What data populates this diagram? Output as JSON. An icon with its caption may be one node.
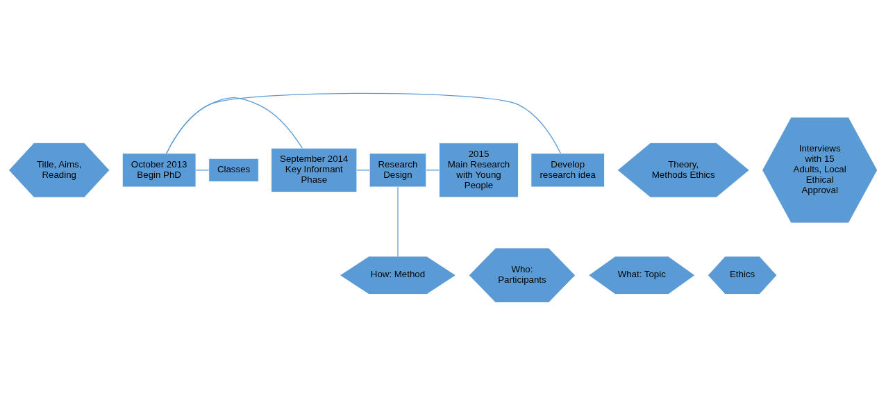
{
  "diagram": {
    "nodes": [
      {
        "text": [
          "Title, Aims, Reading"
        ]
      },
      {
        "text": [
          "October 2013",
          "Begin PhD"
        ]
      },
      {
        "text": [
          "Develop research idea"
        ]
      },
      {
        "text": [
          "September 2014",
          "Key Informant Phase"
        ]
      },
      {
        "text": [
          "Research Design"
        ]
      },
      {
        "text": [
          "2015",
          "Main Research with Young People"
        ]
      },
      {
        "text": [
          "Classes"
        ]
      },
      {
        "text": [
          "Theory, Methods Ethics"
        ]
      },
      {
        "text": [
          "How: Method"
        ]
      },
      {
        "text": [
          "Who: Participants"
        ]
      },
      {
        "text": [
          "Interviews with 15 Adults, Local Ethical Approval"
        ]
      },
      {
        "text": [
          "What: Topic"
        ]
      },
      {
        "text": [
          "Ethics"
        ]
      }
    ],
    "edges": [
      {
        "from": 1,
        "to": 2,
        "arrow": "none"
      },
      {
        "from": 1,
        "to": 6,
        "arrow": "none"
      },
      {
        "from": 1,
        "to": 3,
        "arrow": "none"
      },
      {
        "from": 3,
        "to": 4,
        "arrow": "none"
      },
      {
        "from": 4,
        "to": 8,
        "arrow": "none"
      },
      {
        "from": 4,
        "to": 5,
        "arrow": "none"
      }
    ]
  }
}
